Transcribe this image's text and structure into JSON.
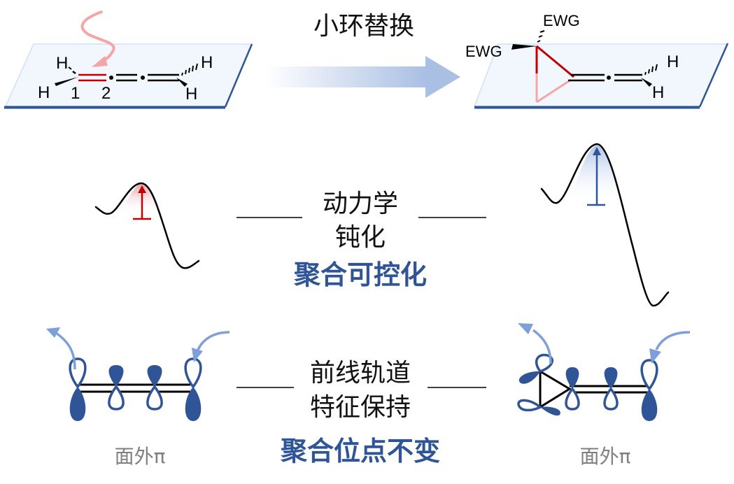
{
  "top": {
    "transform_label": "小环替换",
    "left_molecule": {
      "atoms": [
        "H",
        "H",
        "H",
        "H"
      ],
      "locants": [
        "1",
        "2"
      ]
    },
    "right_molecule": {
      "substituents": [
        "EWG",
        "EWG"
      ],
      "atoms": [
        "H",
        "H"
      ]
    }
  },
  "middle": {
    "line1": "动力学",
    "line2": "钝化",
    "highlight": "聚合可控化"
  },
  "bottom": {
    "line1": "前线轨道",
    "line2": "特征保持",
    "highlight": "聚合位点不变",
    "left_caption": "面外π",
    "right_caption": "面外π"
  },
  "colors": {
    "accent_blue": "#2f5597",
    "light_blue_arrow": "#7f9fd8",
    "red": "#c00000",
    "pink": "#f4a6a6",
    "plane_fill": "#f2f7fd",
    "plane_edge": "#2f5597",
    "caption_gray": "#7f7f7f"
  }
}
